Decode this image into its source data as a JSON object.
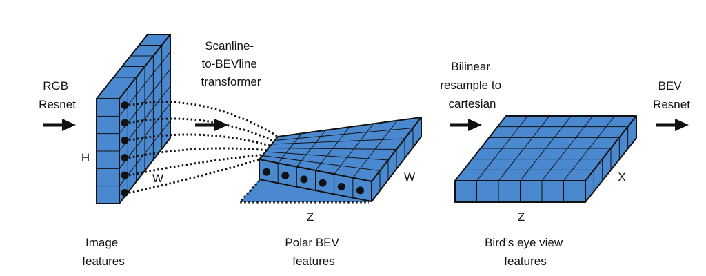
{
  "title": "Scanline-to-BEVline feature transformation pipeline",
  "labels": {
    "rgb_resnet": [
      "RGB",
      "Resnet"
    ],
    "scanline_transformer": [
      "Scanline-",
      "to-BEVline",
      "transformer"
    ],
    "bilinear_resample": [
      "Bilinear",
      "resample to",
      "cartesian"
    ],
    "bev_resnet": [
      "BEV",
      "Resnet"
    ],
    "image_features": [
      "Image",
      "features"
    ],
    "polar_bev_features": [
      "Polar BEV",
      "features"
    ],
    "birds_eye_view_features": [
      "Bird’s eye view",
      "features"
    ]
  },
  "axes": {
    "image_h": "H",
    "image_w": "W",
    "polar_w": "W",
    "polar_z": "Z",
    "bev_x": "X",
    "bev_z": "Z"
  },
  "icons": {
    "arrow": "right-arrow-icon"
  },
  "colors": {
    "feature_fill": "#4A89CF",
    "outline": "#111111"
  },
  "structure": {
    "image_feature_rows": 6,
    "image_feature_columns": 6,
    "polar_bev_cells": 6,
    "bev_grid_rows": 6,
    "bev_grid_columns": 6,
    "scanline_connections": 6
  }
}
